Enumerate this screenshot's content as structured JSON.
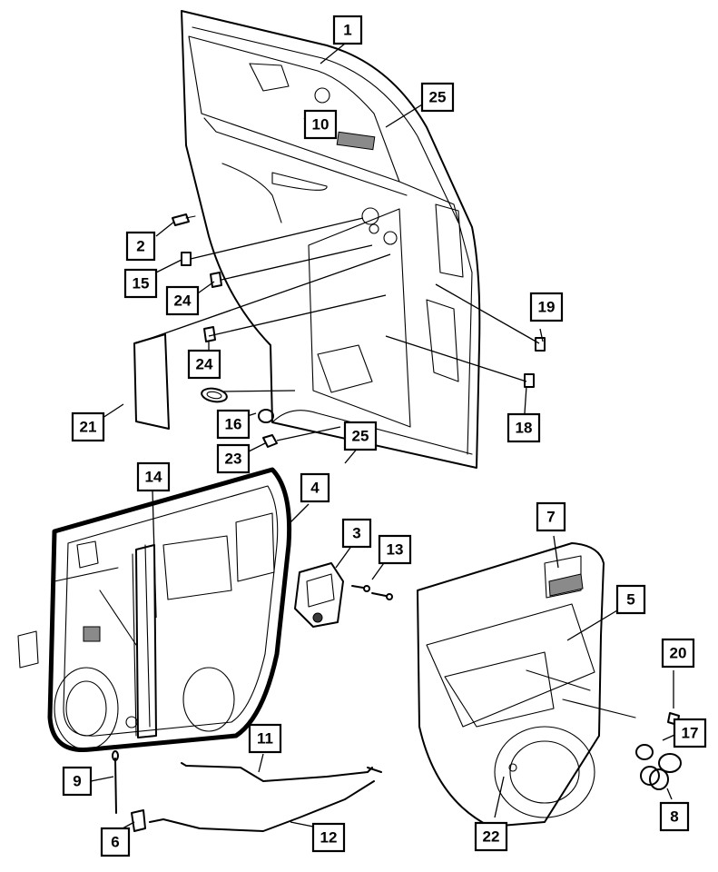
{
  "callouts": [
    {
      "id": "c1",
      "label": "1"
    },
    {
      "id": "c2",
      "label": "2"
    },
    {
      "id": "c3",
      "label": "3"
    },
    {
      "id": "c4",
      "label": "4"
    },
    {
      "id": "c5",
      "label": "5"
    },
    {
      "id": "c6",
      "label": "6"
    },
    {
      "id": "c7",
      "label": "7"
    },
    {
      "id": "c8",
      "label": "8"
    },
    {
      "id": "c9",
      "label": "9"
    },
    {
      "id": "c10",
      "label": "10"
    },
    {
      "id": "c11",
      "label": "11"
    },
    {
      "id": "c12",
      "label": "12"
    },
    {
      "id": "c13",
      "label": "13"
    },
    {
      "id": "c14",
      "label": "14"
    },
    {
      "id": "c15",
      "label": "15"
    },
    {
      "id": "c16",
      "label": "16"
    },
    {
      "id": "c17",
      "label": "17"
    },
    {
      "id": "c18",
      "label": "18"
    },
    {
      "id": "c19",
      "label": "19"
    },
    {
      "id": "c20",
      "label": "20"
    },
    {
      "id": "c21",
      "label": "21"
    },
    {
      "id": "c22",
      "label": "22"
    },
    {
      "id": "c23",
      "label": "23"
    },
    {
      "id": "c24a",
      "label": "24"
    },
    {
      "id": "c24b",
      "label": "24"
    },
    {
      "id": "c25a",
      "label": "25"
    },
    {
      "id": "c25b",
      "label": "25"
    }
  ]
}
